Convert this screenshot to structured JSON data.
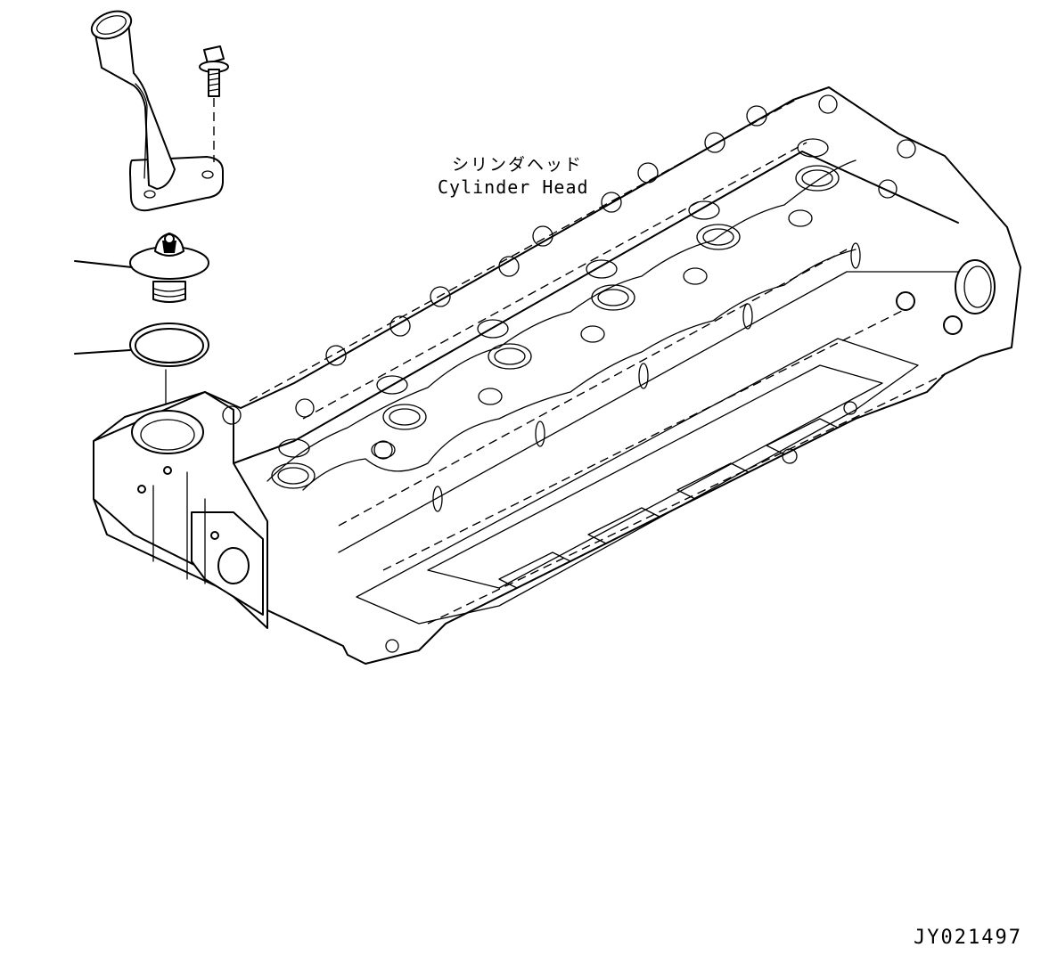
{
  "labels": {
    "part_name_jp": "シリンダヘッド",
    "part_name_en": "Cylinder Head",
    "drawing_id": "JY021497"
  },
  "parts": [
    {
      "icon": "water-outlet-elbow-icon"
    },
    {
      "icon": "bolt-icon"
    },
    {
      "icon": "thermostat-icon"
    },
    {
      "icon": "o-ring-icon"
    },
    {
      "icon": "cylinder-head-icon"
    }
  ]
}
